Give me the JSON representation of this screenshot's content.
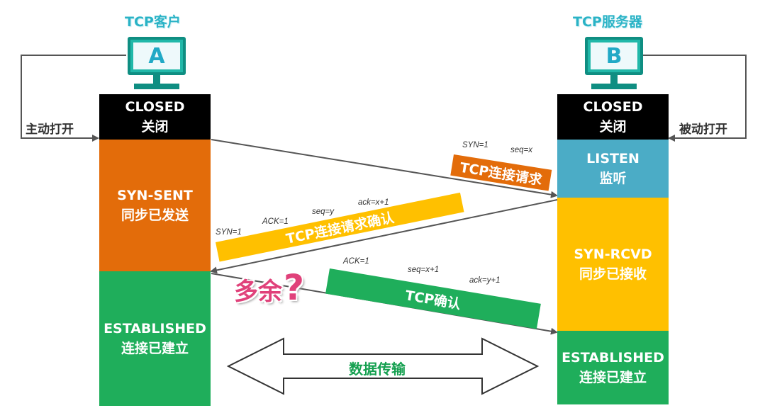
{
  "client": {
    "title": "TCP客户",
    "monitor_letter": "A",
    "side_label": "主动打开",
    "states": [
      {
        "name": "CLOSED",
        "cn": "关闭",
        "color": "#000000"
      },
      {
        "name": "SYN-SENT",
        "cn": "同步已发送",
        "color": "#e36c0a"
      },
      {
        "name": "ESTABLISHED",
        "cn": "连接已建立",
        "color": "#1fae5b"
      }
    ]
  },
  "server": {
    "title": "TCP服务器",
    "monitor_letter": "B",
    "side_label": "被动打开",
    "states": [
      {
        "name": "CLOSED",
        "cn": "关闭",
        "color": "#000000"
      },
      {
        "name": "LISTEN",
        "cn": "监听",
        "color": "#4bacc6"
      },
      {
        "name": "SYN-RCVD",
        "cn": "同步已接收",
        "color": "#ffc000"
      },
      {
        "name": "ESTABLISHED",
        "cn": "连接已建立",
        "color": "#1fae5b"
      }
    ]
  },
  "messages": [
    {
      "label": "TCP连接请求",
      "params": [
        "SYN=1",
        "seq=x"
      ],
      "color": "#e36c0a"
    },
    {
      "label": "TCP连接请求确认",
      "params": [
        "SYN=1",
        "ACK=1",
        "seq=y",
        "ack=x+1"
      ],
      "color": "#ffc000"
    },
    {
      "label": "TCP确认",
      "params": [
        "ACK=1",
        "seq=x+1",
        "ack=y+1"
      ],
      "color": "#1fae5b"
    }
  ],
  "annotation": {
    "text": "多余",
    "mark": "?"
  },
  "data_transfer": {
    "label": "数据传输"
  },
  "icons": [
    "monitor-icon"
  ]
}
